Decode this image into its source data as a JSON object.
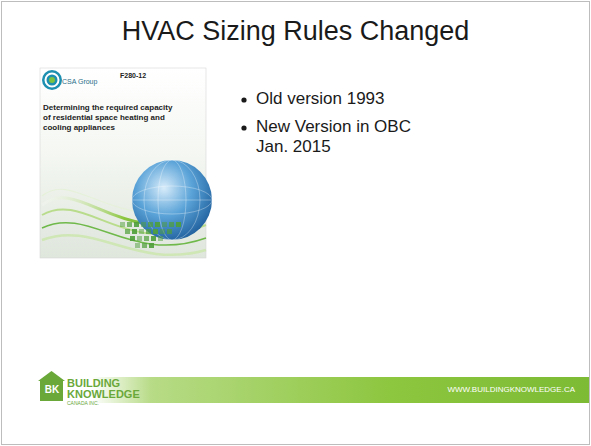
{
  "diagram": {
    "title": "HVAC Sizing Rules Changed",
    "nodes": [
      {
        "text": [
          "CSA Group",
          "F280-12",
          "Determining the required capacity of residential space heating and cooling appliances"
        ]
      },
      {
        "text": [
          "WWW.BUILDINGKNOWLEDGE.CA"
        ]
      }
    ],
    "labels": [
      "Old version 1993",
      "New Version in OBC Jan. 2015",
      "BK",
      "BUILDING",
      "KNOWLEDGE",
      "CANADA INC."
    ]
  }
}
